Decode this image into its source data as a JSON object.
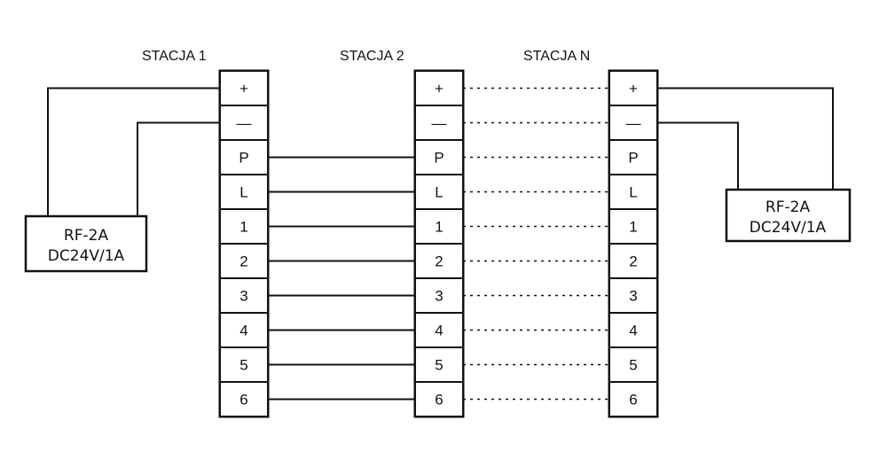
{
  "stations": [
    {
      "title": "STACJA 1"
    },
    {
      "title": "STACJA 2"
    },
    {
      "title": "STACJA N"
    }
  ],
  "terminals": [
    "+",
    "—",
    "P",
    "L",
    "1",
    "2",
    "3",
    "4",
    "5",
    "6"
  ],
  "power_supplies": [
    {
      "model": "RF-2A",
      "rating": "DC24V/1A"
    },
    {
      "model": "RF-2A",
      "rating": "DC24V/1A"
    }
  ]
}
